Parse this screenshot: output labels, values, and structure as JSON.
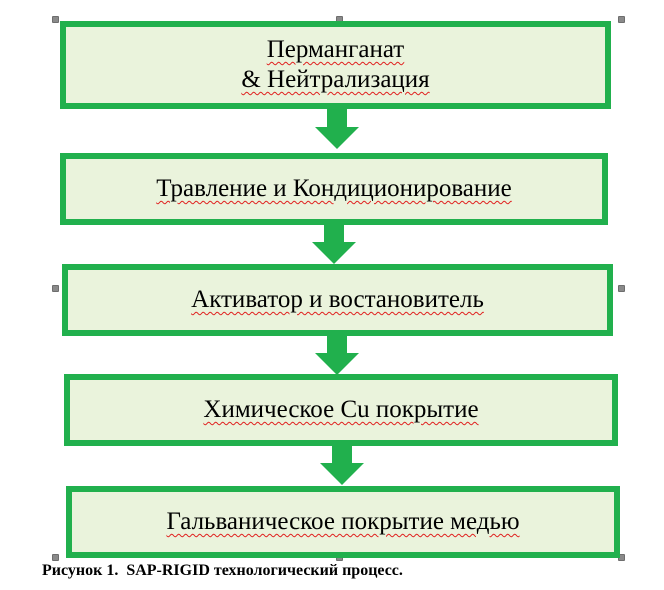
{
  "colors": {
    "box_border": "#21b04d",
    "box_fill": "#eaf3dc",
    "arrow": "#21b04d",
    "spellcheck_underline": "#e0201e",
    "selection_handle": "#8a8a8a"
  },
  "steps": [
    {
      "label": "Перманганат\n& Нейтрализация"
    },
    {
      "label": "Травление и Кондиционирование"
    },
    {
      "label": "Активатор и востановитель"
    },
    {
      "label": "Химическое Cu покрытие"
    },
    {
      "label": "Гальваническое покрытие медью"
    }
  ],
  "caption": "Рисунок 1.  SAP-RIGID технологический процесс."
}
